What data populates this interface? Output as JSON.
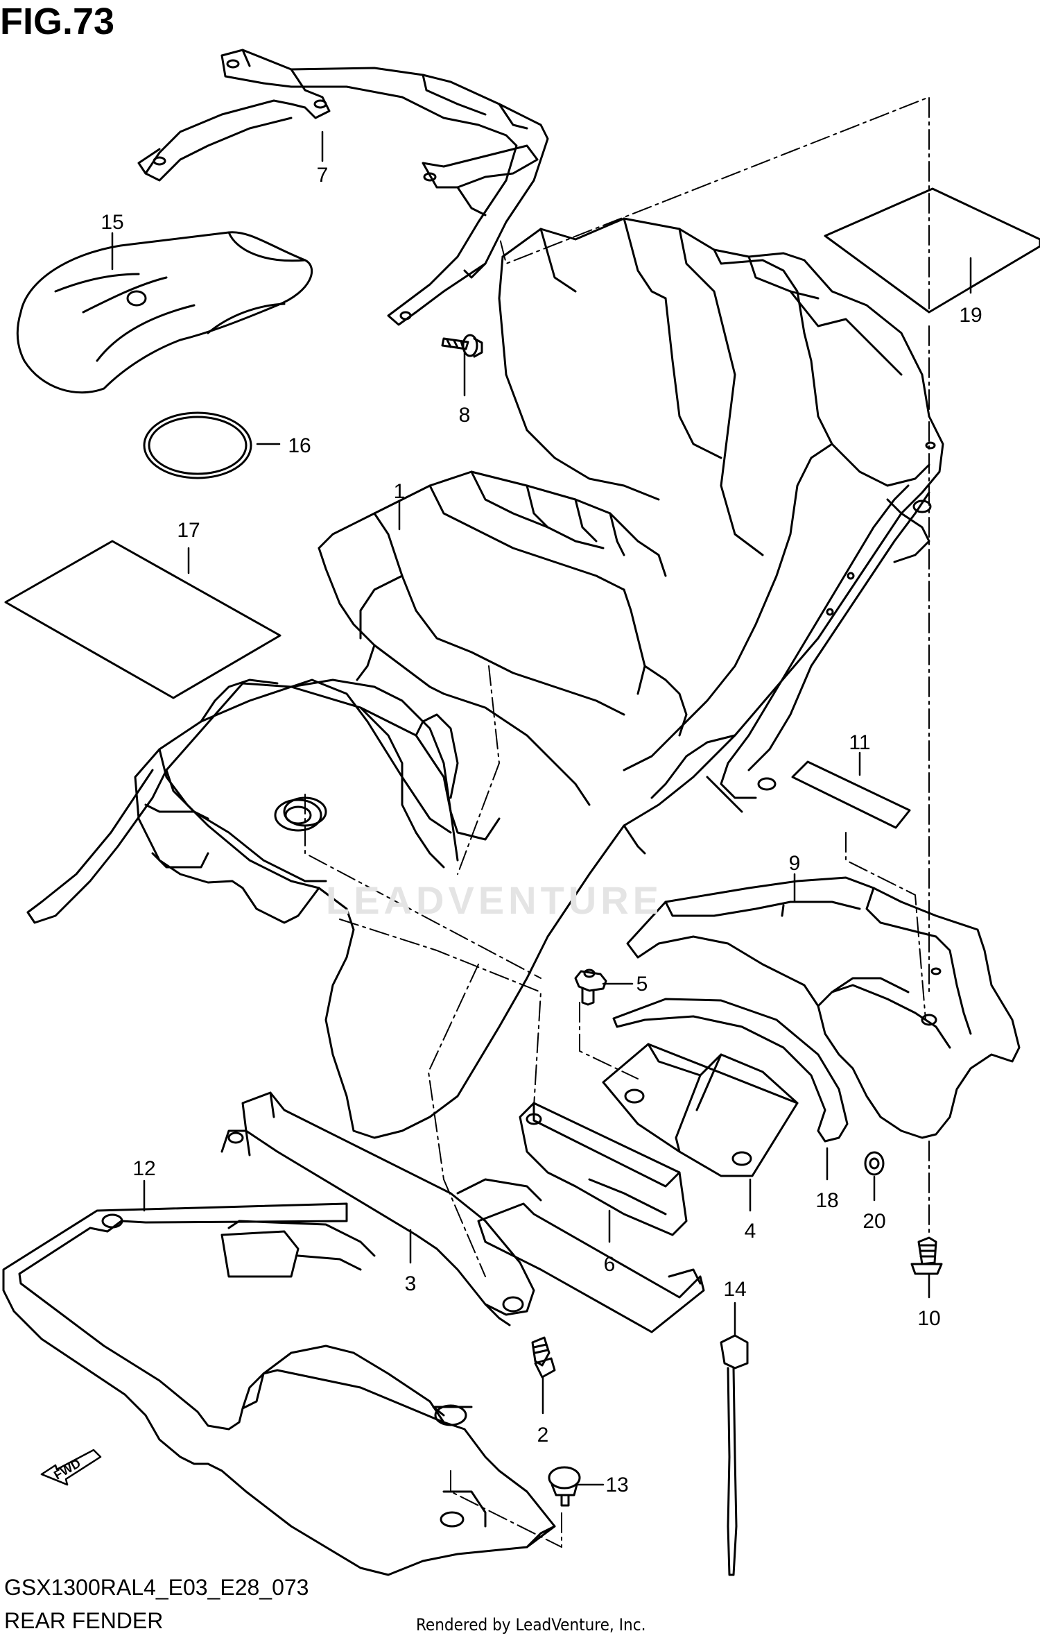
{
  "header": {
    "figure_label": "FIG.73"
  },
  "footer": {
    "diagram_code": "GSX1300RAL4_E03_E28_073",
    "section_name": "REAR FENDER",
    "credit": "Rendered by LeadVenture, Inc."
  },
  "watermark": {
    "text": "LEADVENTURE"
  },
  "direction_marker": {
    "label": "FWD"
  },
  "callouts": [
    {
      "id": "1",
      "text": "1"
    },
    {
      "id": "2",
      "text": "2"
    },
    {
      "id": "3",
      "text": "3"
    },
    {
      "id": "4",
      "text": "4"
    },
    {
      "id": "5",
      "text": "5"
    },
    {
      "id": "6",
      "text": "6"
    },
    {
      "id": "7",
      "text": "7"
    },
    {
      "id": "8",
      "text": "8"
    },
    {
      "id": "9",
      "text": "9"
    },
    {
      "id": "10",
      "text": "10"
    },
    {
      "id": "11",
      "text": "11"
    },
    {
      "id": "12",
      "text": "12"
    },
    {
      "id": "13",
      "text": "13"
    },
    {
      "id": "14",
      "text": "14"
    },
    {
      "id": "15",
      "text": "15"
    },
    {
      "id": "16",
      "text": "16"
    },
    {
      "id": "17",
      "text": "17"
    },
    {
      "id": "18",
      "text": "18"
    },
    {
      "id": "19",
      "text": "19"
    },
    {
      "id": "20",
      "text": "20"
    }
  ]
}
